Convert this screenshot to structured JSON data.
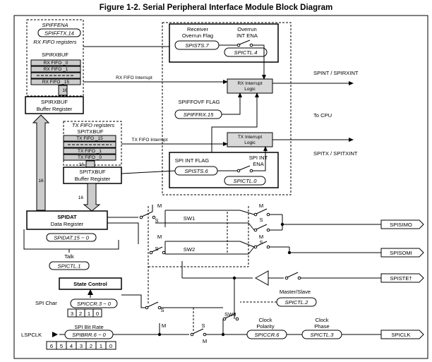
{
  "title": "Figure 1-2. Serial Peripheral Interface Module Block Diagram",
  "rx_fifo": {
    "spiffena": "SPIFFENA",
    "spifftx": "SPIFFTX.14",
    "registers_label": "RX FIFO registers",
    "buf_label": "SPIRXBUF",
    "slot0": "RX FIFO _0",
    "slot1": "RX FIFO _1",
    "slot15": "RX FIFO _15",
    "bus_width": "16"
  },
  "spirxbuf": {
    "name": "SPIRXBUF",
    "desc": "Buffer Register"
  },
  "tx_fifo": {
    "registers_label": "TX FIFO registers",
    "buf_label": "SPITXBUF",
    "slot15": "TX FIFO _15",
    "slot1": "TX FIFO _1",
    "slot0": "TX FIFO _0",
    "bus_width": "16"
  },
  "spitxbuf": {
    "name": "SPITXBUF",
    "desc": "Buffer Register",
    "bus_width": "16"
  },
  "spidat": {
    "name": "SPIDAT",
    "desc": "Data Register",
    "reg": "SPIDAT.15 − 0",
    "bus_width": "16"
  },
  "talk": {
    "label": "Talk",
    "reg": "SPICTL.1"
  },
  "state_control": "State Control",
  "spi_char": {
    "label": "SPI Char",
    "reg": "SPICCR.3 − 0",
    "bits": [
      "3",
      "2",
      "1",
      "0"
    ]
  },
  "spi_bit_rate": {
    "label": "SPI Bit Rate",
    "reg": "SPIBRR.6 − 0",
    "bits": [
      "6",
      "5",
      "4",
      "3",
      "2",
      "1",
      "0"
    ]
  },
  "lspclk": "LSPCLK",
  "interrupt_block": {
    "receiver_overrun": [
      "Receiver",
      "Overrun Flag"
    ],
    "spists7": "SPISTS.7",
    "overrun_int_ena": [
      "Overrun",
      "INT ENA"
    ],
    "spictl4": "SPICTL.4",
    "rx_int_logic": [
      "RX Interrupt",
      "Logic"
    ],
    "spiffovf_flag": "SPIFFOVF FLAG",
    "spiffrx15": "SPIFFRX.15",
    "tx_int_logic": [
      "TX Interrupt",
      "Logic"
    ],
    "spi_int_flag": "SPI INT FLAG",
    "spists6": "SPISTS.6",
    "spi_int_ena": [
      "SPI INT",
      "ENA"
    ],
    "spictl0": "SPICTL.0"
  },
  "signals": {
    "rx_fifo_interrupt": "RX FIFO Interrupt",
    "tx_fifo_interrupt": "TX FIFO Interrupt",
    "spint": "SPINT / SPIRXINT",
    "to_cpu": "To CPU",
    "spitx": "SPITX / SPITXINT"
  },
  "switches": {
    "M": "M",
    "S": "S",
    "sw1": "SW1",
    "sw2": "SW2",
    "sw3": "SW3"
  },
  "pins": [
    "SPISIMO",
    "SPISOMI",
    "SPISTE†",
    "SPICLK"
  ],
  "master_slave": {
    "label": "Master/Slave",
    "reg": "SPICTL.2"
  },
  "clock_polarity": {
    "label": [
      "Clock",
      "Polarity"
    ],
    "reg": "SPICCR.6"
  },
  "clock_phase": {
    "label": [
      "Clock",
      "Phase"
    ],
    "reg": "SPICTL.3"
  }
}
